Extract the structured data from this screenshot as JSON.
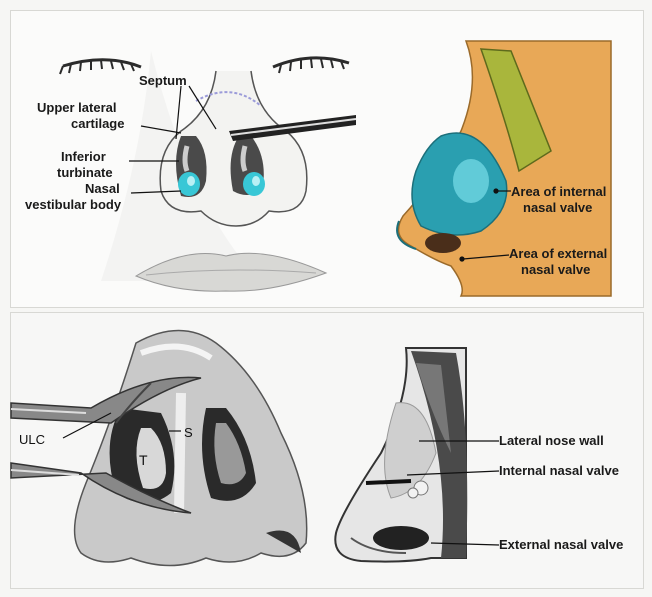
{
  "top_panel": {
    "front_labels": {
      "septum": "Septum",
      "upper_lateral_1": "Upper lateral",
      "upper_lateral_2": "cartilage",
      "inferior_1": "Inferior",
      "inferior_2": "turbinate",
      "nasal_1": "Nasal",
      "nasal_2": "vestibular body"
    },
    "side_labels": {
      "internal_1": "Area of internal",
      "internal_2": "nasal valve",
      "external_1": "Area of external",
      "external_2": "nasal valve"
    }
  },
  "bottom_panel": {
    "front_labels": {
      "ulc": "ULC",
      "t": "T",
      "s": "S"
    },
    "side_labels": {
      "lateral_wall": "Lateral nose wall",
      "internal_valve": "Internal nasal valve",
      "external_valve": "External nasal valve"
    }
  },
  "colors": {
    "skin_orange": "#e8a857",
    "bone_green": "#a9b63c",
    "valve_teal": "#2a9fb0",
    "turbinate_cyan": "#38c7d6"
  }
}
